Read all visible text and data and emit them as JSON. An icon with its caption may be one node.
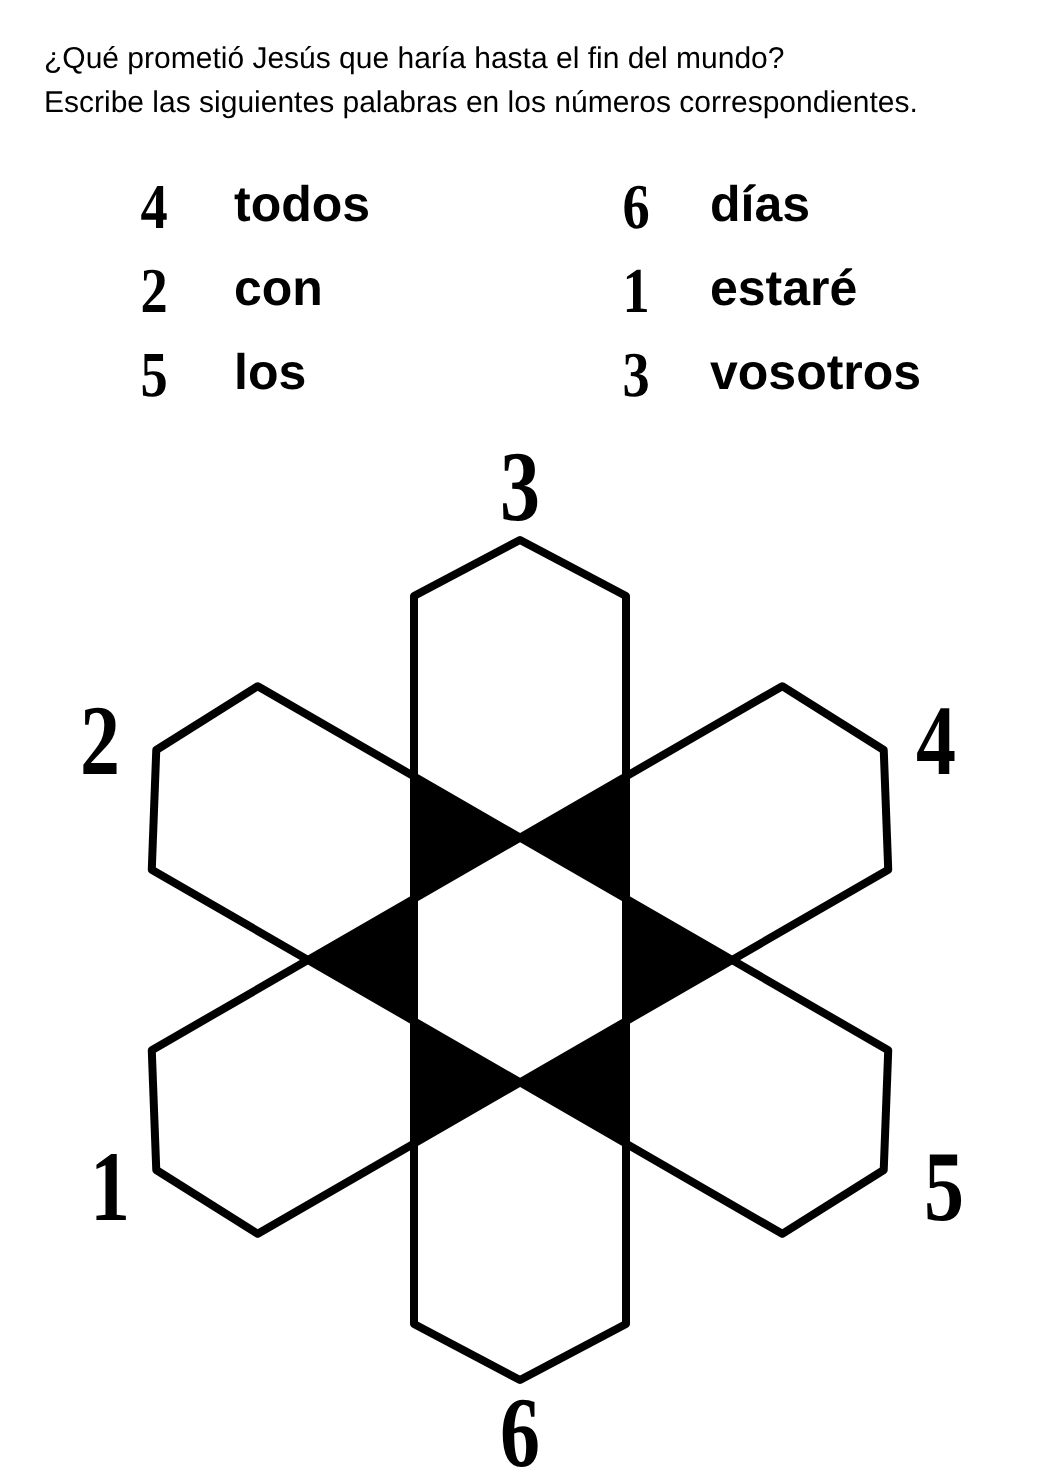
{
  "diagram": {
    "labels": [
      "¿Qué prometió Jesús que haría hasta el fin del mundo?",
      "Escribe las siguientes palabras en los números correspondientes.",
      "4",
      "todos",
      "6",
      "días",
      "2",
      "con",
      "1",
      "estaré",
      "5",
      "los",
      "3",
      "vosotros",
      "3",
      "2",
      "4",
      "1",
      "5",
      "6"
    ]
  }
}
